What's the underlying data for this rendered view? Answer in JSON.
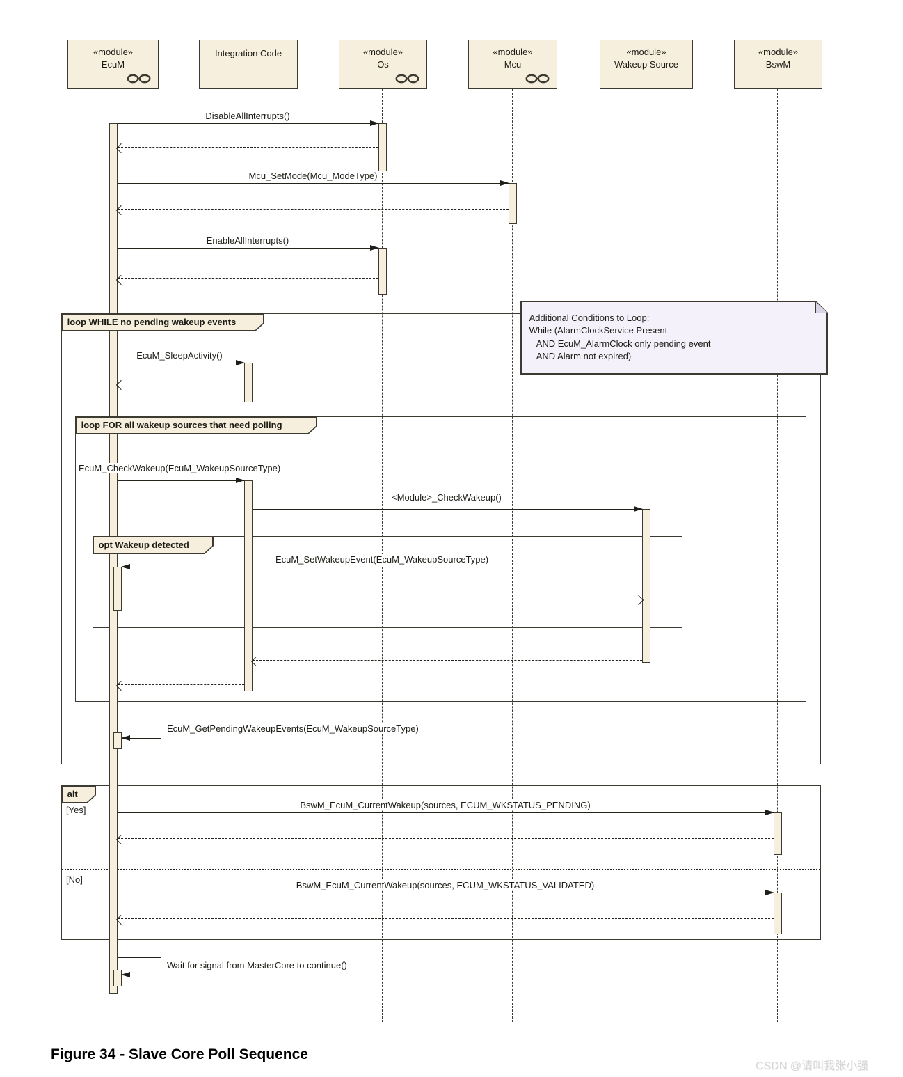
{
  "participants": [
    {
      "stereotype": "«module»",
      "name": "EcuM",
      "icon": "linked-circles"
    },
    {
      "stereotype": "",
      "name": "Integration Code"
    },
    {
      "stereotype": "«module»",
      "name": "Os",
      "icon": "linked-circles"
    },
    {
      "stereotype": "«module»",
      "name": "Mcu",
      "icon": "linked-circles"
    },
    {
      "stereotype": "«module»",
      "name": "Wakeup Source"
    },
    {
      "stereotype": "«module»",
      "name": "BswM"
    }
  ],
  "messages": {
    "disable_all_interrupts": "DisableAllInterrupts()",
    "mcu_set_mode": "Mcu_SetMode(Mcu_ModeType)",
    "enable_all_interrupts": "EnableAllInterrupts()",
    "sleep_activity": "EcuM_SleepActivity()",
    "check_wakeup": "EcuM_CheckWakeup(EcuM_WakeupSourceType)",
    "module_check_wakeup": "<Module>_CheckWakeup()",
    "set_wakeup_event": "EcuM_SetWakeupEvent(EcuM_WakeupSourceType)",
    "get_pending_wakeup_events": "EcuM_GetPendingWakeupEvents(EcuM_WakeupSourceType)",
    "current_wakeup_pending": "BswM_EcuM_CurrentWakeup(sources, ECUM_WKSTATUS_PENDING)",
    "current_wakeup_validated": "BswM_EcuM_CurrentWakeup(sources, ECUM_WKSTATUS_VALIDATED)",
    "wait_master_core": "Wait for signal from MasterCore to continue()"
  },
  "fragments": {
    "loop_while": {
      "label": "loop WHILE no pending wakeup events"
    },
    "loop_for": {
      "label": "loop FOR all wakeup sources that need polling"
    },
    "opt": {
      "label": "opt Wakeup detected"
    },
    "alt": {
      "label": "alt",
      "guard_yes": "[Yes]",
      "guard_no": "[No]"
    }
  },
  "note": {
    "lines": [
      "Additional Conditions to Loop:",
      "While (AlarmClockService Present",
      "   AND EcuM_AlarmClock only pending event",
      "   AND Alarm not expired)"
    ]
  },
  "caption": "Figure 34 - Slave Core Poll Sequence",
  "watermark": "CSDN @请叫我张小强",
  "colors": {
    "box_fill": "#f6efdd",
    "line": "#3c3a31",
    "message_line": "#23221b",
    "note_fill": "#f4f1fa",
    "background": "#ffffff",
    "watermark": "#d6d6d6"
  }
}
